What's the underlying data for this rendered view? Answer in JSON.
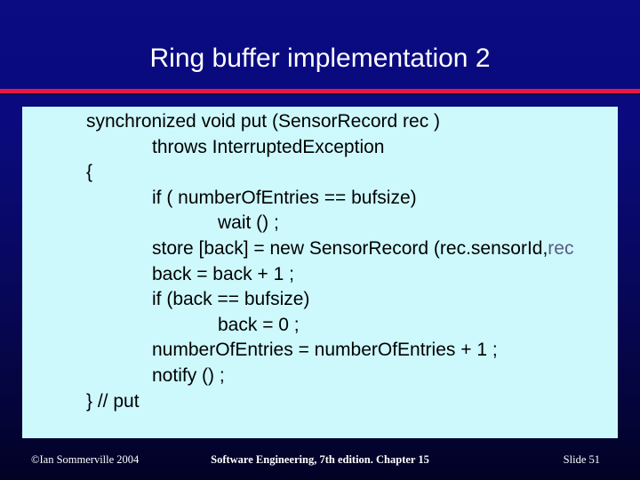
{
  "slide": {
    "title": "Ring buffer implementation 2",
    "accent_color": "#e8174a",
    "background_color": "#0a0a7d",
    "code_panel_color": "#cdf9fd",
    "title_color": "#ffffff",
    "code_text_color": "#000000",
    "overflow_text_color": "#5a5a80"
  },
  "code": {
    "lines": [
      {
        "indent": 0,
        "text": "synchronized void put (SensorRecord rec )"
      },
      {
        "indent": 1,
        "text": "throws InterruptedException"
      },
      {
        "indent": 0,
        "text": "{"
      },
      {
        "indent": 1,
        "text": "if ( numberOfEntries == bufsize)"
      },
      {
        "indent": 2,
        "text": "wait () ;"
      },
      {
        "indent": 1,
        "text": "store [back] = new SensorRecord (rec.sensorId, rec",
        "overflow": "rec"
      },
      {
        "indent": 1,
        "text": "back = back + 1 ;"
      },
      {
        "indent": 1,
        "text": "if (back == bufsize)"
      },
      {
        "indent": 2,
        "text": "back = 0 ;"
      },
      {
        "indent": 1,
        "text": "numberOfEntries = numberOfEntries + 1 ;"
      },
      {
        "indent": 1,
        "text": "notify () ;"
      },
      {
        "indent": 0,
        "text": "} // put"
      }
    ],
    "visible_lines": {
      "line_1": "synchronized void put (SensorRecord rec )",
      "line_2": "throws InterruptedException",
      "line_3": "{",
      "line_4": "if ( numberOfEntries == bufsize)",
      "line_5": "wait () ;",
      "line_6_clipped": "store [back] = new SensorRecord (rec.sensorId,",
      "line_6_overflow": "rec",
      "line_7": "back = back + 1 ;",
      "line_8": "if (back == bufsize)",
      "line_9": "back = 0 ;",
      "line_10": "numberOfEntries = numberOfEntries + 1 ;",
      "line_11": "notify () ;",
      "line_12": "} // put"
    }
  },
  "footer": {
    "copyright": "©Ian Sommerville 2004",
    "book": "Software Engineering, 7th edition. Chapter 15",
    "slide_number": "Slide  51"
  }
}
